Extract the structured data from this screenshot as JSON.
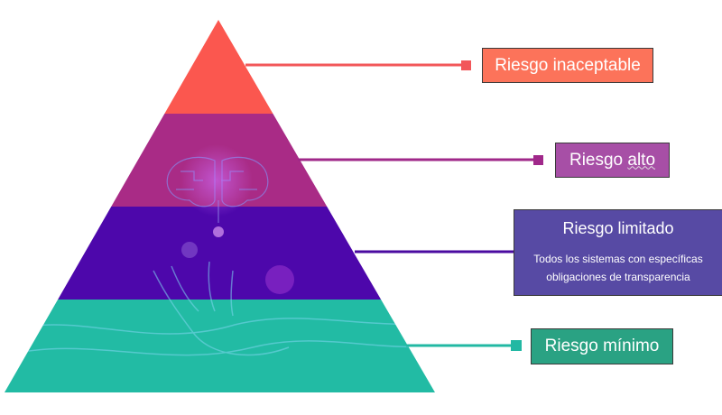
{
  "tiers": [
    {
      "label": "Riesgo inaceptable",
      "color": "#fc735a",
      "band": "#fb574f"
    },
    {
      "label_a": "Riesgo ",
      "label_b": "alto",
      "color": "#a74fa6",
      "band": "#a92b86"
    },
    {
      "label": "Riesgo limitado",
      "description_line1": "Todos los sistemas con específicas",
      "description_line2": "obligaciones de transparencia",
      "color": "#574aa4",
      "band": "#4d07ab"
    },
    {
      "label": "Riesgo mínimo",
      "color": "#2aa283",
      "band": "#22bba4"
    }
  ]
}
